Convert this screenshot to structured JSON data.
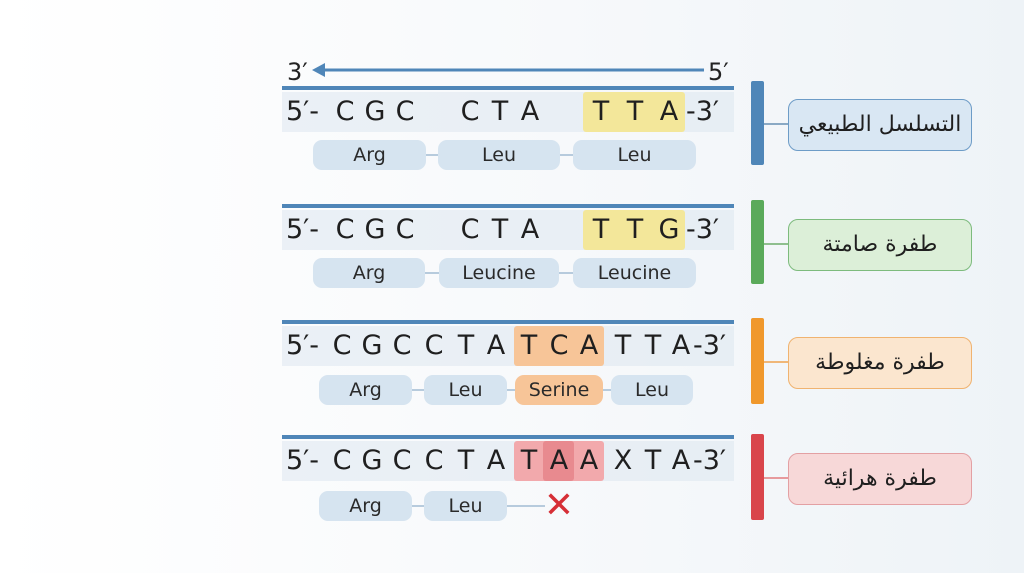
{
  "direction": {
    "left_end": "3′",
    "right_end": "5′"
  },
  "rows": [
    {
      "label": "التسلسل الطبيعي",
      "color": "#4f86b8",
      "box_bg": "#d9e7f3",
      "prefix": "5′-",
      "suffix": "-3′",
      "bases": [
        "C",
        "G",
        "C",
        "C",
        "T",
        "A",
        "T",
        "T",
        "A"
      ],
      "codons": [
        "Arg",
        "Leu",
        "Leu"
      ]
    },
    {
      "label": "طفرة صامتة",
      "color": "#5aaa5a",
      "box_bg": "#dcefd8",
      "prefix": "5′-",
      "suffix": "-3′",
      "bases": [
        "C",
        "G",
        "C",
        "C",
        "T",
        "A",
        "T",
        "T",
        "G"
      ],
      "codons": [
        "Arg",
        "Leucine",
        "Leucine"
      ]
    },
    {
      "label": "طفرة مغلوطة",
      "color": "#f0982c",
      "box_bg": "#fbe6cf",
      "prefix": "5′-",
      "suffix": "-3′",
      "bases": [
        "C",
        "G",
        "C",
        "C",
        "T",
        "A",
        "T",
        "C",
        "A",
        "T",
        "T",
        "A"
      ],
      "codons": [
        "Arg",
        "Leu",
        "Serine",
        "Leu"
      ]
    },
    {
      "label": "طفرة هرائية",
      "color": "#d9454b",
      "box_bg": "#f7d8d8",
      "prefix": "5′-",
      "suffix": "-3′",
      "bases": [
        "C",
        "G",
        "C",
        "C",
        "T",
        "A",
        "T",
        "A",
        "A",
        "X",
        "T",
        "A"
      ],
      "codons": [
        "Arg",
        "Leu"
      ],
      "stop_symbol": "✕"
    }
  ]
}
